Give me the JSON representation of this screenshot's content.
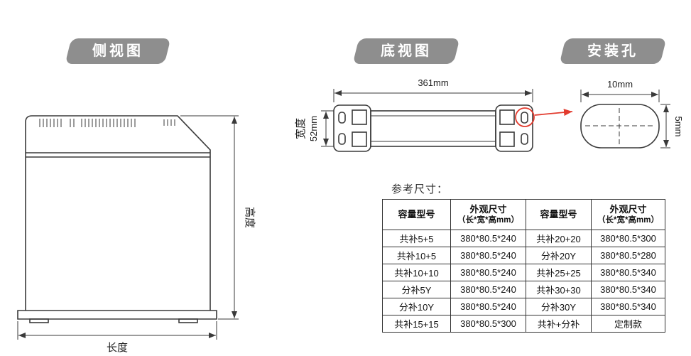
{
  "badges": {
    "side_view": "侧视图",
    "bottom_view": "底视图",
    "mounting_hole": "安装孔"
  },
  "side_view": {
    "height_label": "高度",
    "length_label": "长度"
  },
  "bottom_view": {
    "length_dim": "361mm",
    "width_label": "宽度",
    "width_dim": "52mm"
  },
  "mounting_hole": {
    "width_dim": "10mm",
    "height_dim": "5mm"
  },
  "table": {
    "title": "参考尺寸：",
    "headers": [
      "容量型号",
      "外观尺寸",
      "容量型号",
      "外观尺寸"
    ],
    "header_sub": "（长*宽*高mm）",
    "rows": [
      [
        "共补5+5",
        "380*80.5*240",
        "共补20+20",
        "380*80.5*300"
      ],
      [
        "共补10+5",
        "380*80.5*240",
        "分补20Y",
        "380*80.5*280"
      ],
      [
        "共补10+10",
        "380*80.5*240",
        "共补25+25",
        "380*80.5*340"
      ],
      [
        "分补5Y",
        "380*80.5*240",
        "共补30+30",
        "380*80.5*340"
      ],
      [
        "分补10Y",
        "380*80.5*240",
        "分补30Y",
        "380*80.5*340"
      ],
      [
        "共补15+15",
        "380*80.5*300",
        "共补+分补",
        "定制款"
      ]
    ]
  },
  "colors": {
    "badge_bg": "#8e8e8e",
    "line": "#3a3a3a",
    "accent_red": "#e23b2e"
  }
}
